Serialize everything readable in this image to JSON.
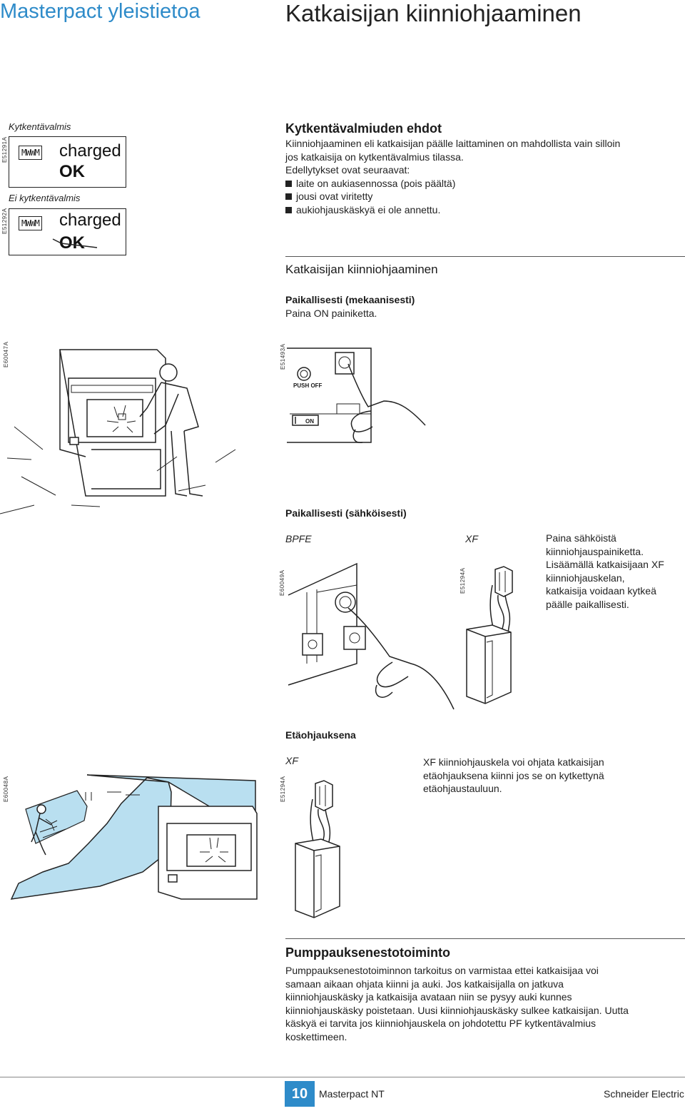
{
  "header": {
    "left_title": "Masterpact yleistietoa",
    "right_title": "Katkaisijan kiinniohjaaminen"
  },
  "figure_codes": {
    "e51291a": "E51291A",
    "e51292a": "E51292A",
    "e60047a": "E60047A",
    "e51493a": "E51493A",
    "e60049a": "E60049A",
    "e51294a_1": "E51294A",
    "e60048a": "E60048A",
    "e51294a_2": "E51294A"
  },
  "ready_panel": {
    "ready_label": "Kytkentävalmis",
    "not_ready_label": "Ei kytkentävalmis",
    "spring_text": "MWWM",
    "charged": "charged",
    "ok": "OK"
  },
  "section1": {
    "title": "Kytkentävalmiuden ehdot",
    "lines": [
      "Kiinniohjaaminen eli katkaisijan päälle laittaminen on mahdollista vain silloin",
      "jos katkaisija on kytkentävalmius tilassa.",
      "Edellytykset ovat seuraavat:"
    ],
    "bullets": [
      "laite on aukiasennossa (pois päältä)",
      "jousi ovat viritetty",
      "aukiohjauskäskyä ei ole annettu."
    ]
  },
  "section2": {
    "title": "Katkaisijan kiinniohjaaminen",
    "local_mech_title": "Paikallisesti (mekaanisesti)",
    "local_mech_text": "Paina ON painiketta.",
    "push_off": "PUSH OFF",
    "on": "ON",
    "local_elec_title": "Paikallisesti (sähköisesti)",
    "bpfe": "BPFE",
    "xf": "XF",
    "local_elec_lines": [
      "Paina sähköistä",
      "kiinniohjauspainiketta.",
      "Lisäämällä katkaisijaan XF",
      "kiinniohjauskelan,",
      "katkaisija voidaan kytkeä",
      "päälle paikallisesti."
    ]
  },
  "section3": {
    "title": "Etäohjauksena",
    "xf": "XF",
    "lines": [
      "XF kiinniohjauskela voi ohjata katkaisijan",
      "etäohjauksena kiinni jos se on kytkettynä",
      "etäohjaustauluun."
    ]
  },
  "section4": {
    "title": "Pumppauksenestotoiminto",
    "lines": [
      "Pumppauksenestotoiminnon tarkoitus on varmistaa ettei katkaisijaa voi",
      "samaan aikaan ohjata kiinni ja auki. Jos katkaisijalla on jatkuva",
      "kiinniohjauskäsky ja katkaisija avataan niin se pysyy auki kunnes",
      "kiinniohjauskäsky poistetaan. Uusi kiinniohjauskäsky sulkee katkaisijan. Uutta",
      "käskyä ei tarvita jos kiinniohjauskela on johdotettu PF kytkentävalmius",
      "koskettimeen."
    ]
  },
  "footer": {
    "page_number": "10",
    "product": "Masterpact NT",
    "brand": "Schneider Electric"
  },
  "colors": {
    "accent": "#2e8bc9",
    "remote_panel": "#b9dff0"
  }
}
